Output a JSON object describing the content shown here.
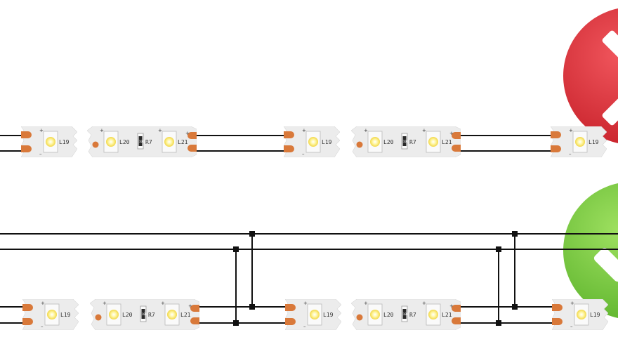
{
  "colors": {
    "wire": "#111111",
    "strip": "#ececec",
    "strip_edge": "#d8d8d8",
    "pad": "#d9793a",
    "led_glow": "#fff48a",
    "resistor": "#2a2a2a",
    "wrong": "#e1323b",
    "correct": "#7ac943"
  },
  "icons": {
    "wrong": "cross-icon",
    "correct": "check-icon"
  },
  "labels": {
    "led_a": "L19",
    "led_b": "L20",
    "led_c": "L21",
    "resistor": "R7",
    "resistor_code": "101",
    "plus": "+",
    "minus": "–"
  }
}
